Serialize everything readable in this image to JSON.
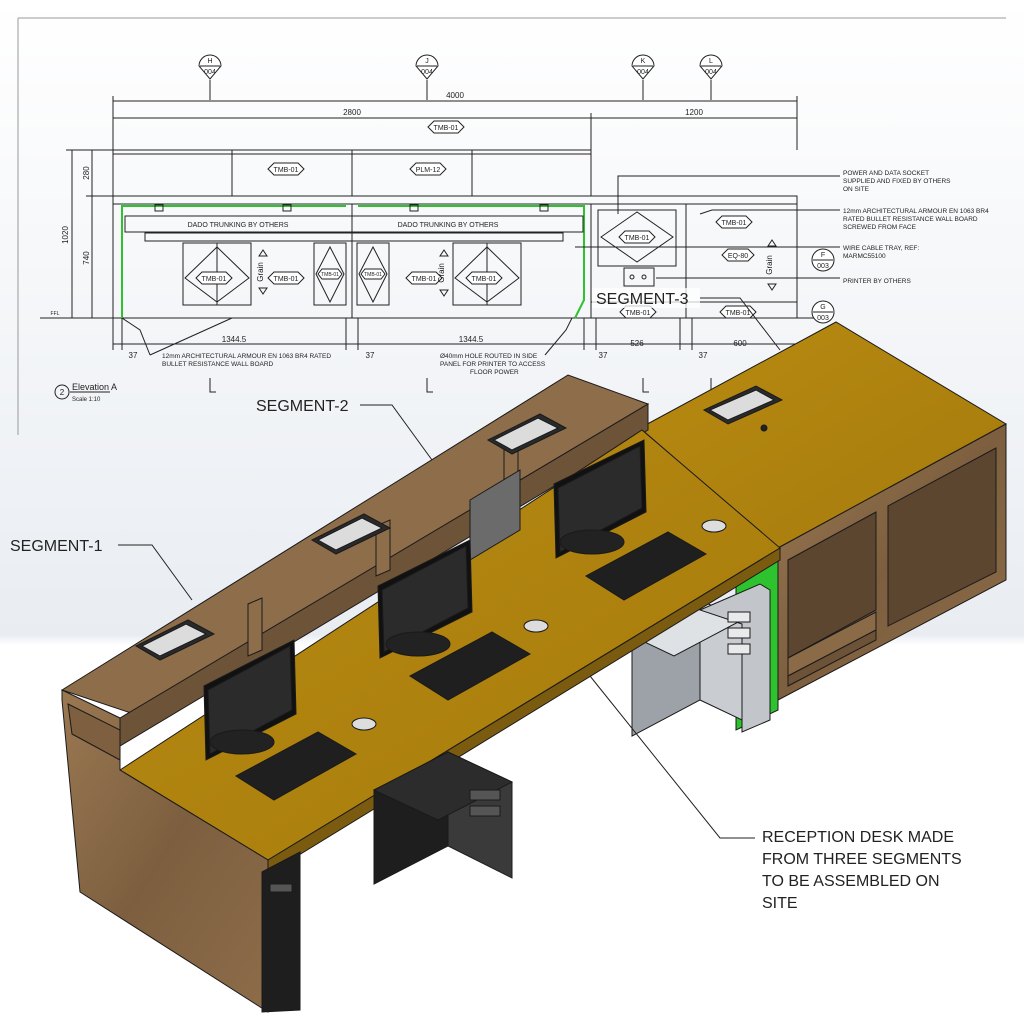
{
  "elevation": {
    "grid_markers": [
      {
        "letter": "H",
        "sheet": "004"
      },
      {
        "letter": "J",
        "sheet": "004"
      },
      {
        "letter": "K",
        "sheet": "004"
      },
      {
        "letter": "L",
        "sheet": "004"
      }
    ],
    "side_markers": [
      {
        "letter": "F",
        "sheet": "003"
      },
      {
        "letter": "G",
        "sheet": "003"
      }
    ],
    "dimensions": {
      "overall": "4000",
      "left_span": "2800",
      "right_span": "1200",
      "height_total": "1020",
      "height_top": "280",
      "height_desk": "740",
      "ffl": "FFL",
      "bottom": [
        "37",
        "1344.5",
        "37",
        "1344.5",
        "37",
        "526",
        "37",
        "600"
      ]
    },
    "tags": {
      "tmb": "TMB-01",
      "plm": "PLM-12",
      "eq": "EQ-80"
    },
    "dado_label": "DADO TRUNKING BY OTHERS",
    "grain_label": "Grain",
    "notes_right": [
      [
        "POWER AND DATA SOCKET",
        "SUPPLIED AND FIXED BY OTHERS",
        "ON SITE"
      ],
      [
        "12mm ARCHITECTURAL ARMOUR EN 1063 BR4",
        "RATED BULLET RESISTANCE WALL BOARD",
        "SCREWED FROM FACE"
      ],
      [
        "WIRE CABLE TRAY, REF:",
        "MARMC55100"
      ],
      [
        "PRINTER BY OTHERS"
      ]
    ],
    "note_armour_bottom": [
      "12mm ARCHITECTURAL ARMOUR EN 1063 BR4 RATED",
      "BULLET RESISTANCE WALL BOARD"
    ],
    "note_hole": [
      "Ø40mm HOLE ROUTED IN SIDE",
      "PANEL FOR PRINTER TO ACCESS",
      "FLOOR POWER"
    ],
    "view_number": "2",
    "view_title": "Elevation A",
    "view_scale": "Scale 1:10"
  },
  "callouts": {
    "segment_1": "SEGMENT-1",
    "segment_2": "SEGMENT-2",
    "segment_3": "SEGMENT-3",
    "reception_note": [
      "RECEPTION DESK MADE",
      "FROM THREE SEGMENTS",
      "TO BE ASSEMBLED ON",
      "SITE"
    ]
  },
  "colors": {
    "desktop": "#b8860b",
    "wood": "#8a6a47",
    "armour_green": "#2fc22f",
    "tower": "#bfc3c9",
    "line": "#222222"
  }
}
